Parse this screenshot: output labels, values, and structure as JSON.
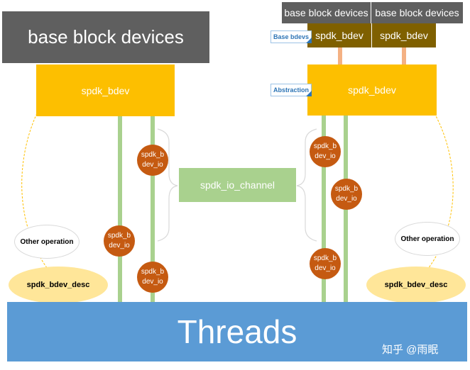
{
  "left": {
    "base_title": "base block devices",
    "bdev": "spdk_bdev",
    "io_upper": "spdk_bdev_io",
    "io_mid": "spdk_bdev_io",
    "io_lower": "spdk_bdev_io",
    "other_operation": "Other operation",
    "desc": "spdk_bdev_desc"
  },
  "center": {
    "io_channel": "spdk_io_channel"
  },
  "right": {
    "base_header_1": "base block devices",
    "base_header_2": "base block devices",
    "base_bdev_1": "spdk_bdev",
    "base_bdev_2": "spdk_bdev",
    "tag_base_bdevs": "Base bdevs",
    "tag_abstraction": "Abstraction",
    "bdev": "spdk_bdev",
    "io_upper": "spdk_bdev_io",
    "io_mid": "spdk_bdev_io",
    "io_lower": "spdk_bdev_io",
    "other_operation": "Other operation",
    "desc": "spdk_bdev_desc"
  },
  "threads": "Threads",
  "watermark": "知乎 @雨眠",
  "colors": {
    "gray": "#5f5f5f",
    "gold": "#fdbf00",
    "olive": "#7f6000",
    "green": "#a9d18e",
    "io_orange": "#c55a11",
    "threads_blue": "#5b9bd5",
    "desc_yellow": "#ffe699"
  }
}
